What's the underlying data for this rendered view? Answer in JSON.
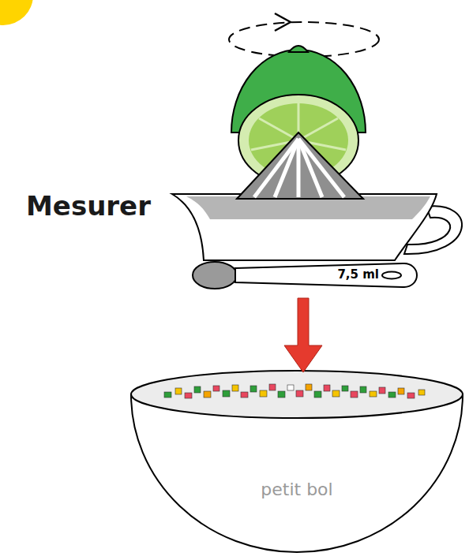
{
  "diagram": {
    "nodes": [
      {
        "text": [
          "7,5 ml"
        ]
      },
      {
        "text": [
          "petit bol"
        ]
      }
    ],
    "edges": [
      {
        "from": 0,
        "to": 1,
        "arrow": "to"
      }
    ],
    "labels": [
      "Mesurer"
    ]
  }
}
